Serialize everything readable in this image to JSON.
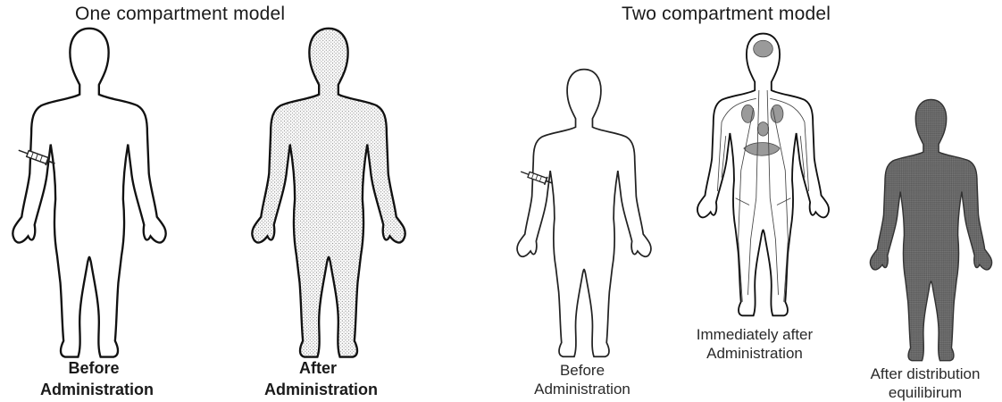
{
  "one_compartment": {
    "title": "One compartment model",
    "figures": [
      {
        "caption": [
          "Before",
          "Administration"
        ]
      },
      {
        "caption": [
          "After",
          "Administration"
        ]
      }
    ]
  },
  "two_compartment": {
    "title": "Two compartment model",
    "figures": [
      {
        "caption": [
          "Before",
          "Administration"
        ]
      },
      {
        "caption": [
          "Immediately after",
          "Administration"
        ]
      },
      {
        "caption": [
          "After distribution",
          "equilibirum"
        ]
      }
    ]
  }
}
